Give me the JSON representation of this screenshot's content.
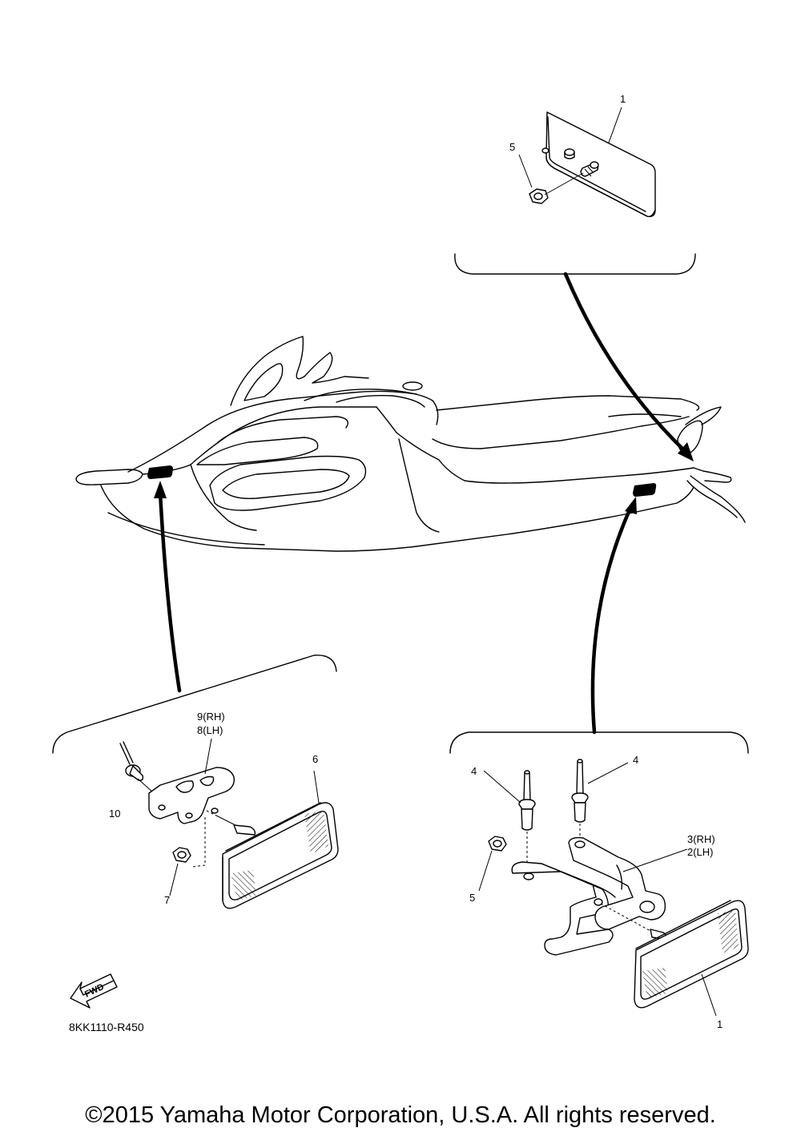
{
  "callouts": {
    "top_reflector": "1",
    "top_nut": "5",
    "left_rivet": "10",
    "left_bracket_rh": "9(RH)",
    "left_bracket_lh": "8(LH)",
    "left_reflector": "6",
    "left_nut": "7",
    "right_rivet_a": "4",
    "right_rivet_b": "4",
    "right_bracket_rh": "3(RH)",
    "right_bracket_lh": "2(LH)",
    "right_nut": "5",
    "right_reflector": "1"
  },
  "forward_marker": "FWD",
  "diagram_code": "8KK1110-R450",
  "copyright": "©2015 Yamaha Motor Corporation, U.S.A. All rights reserved."
}
